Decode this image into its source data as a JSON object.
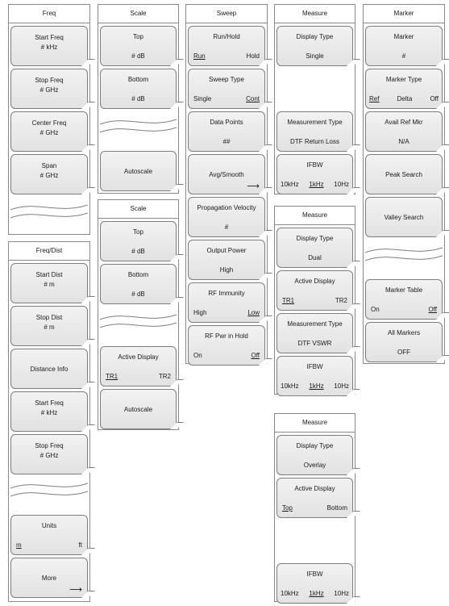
{
  "freq": {
    "title": "Freq",
    "start_label": "Start Freq",
    "start_value": "# kHz",
    "stop_label": "Stop Freq",
    "stop_value": "# GHz",
    "center_label": "Center Freq",
    "center_value": "# GHz",
    "span_label": "Span",
    "span_value": "# GHz"
  },
  "freq_dist": {
    "title": "Freq/Dist",
    "start_dist_label": "Start Dist",
    "start_dist_value": "# m",
    "stop_dist_label": "Stop Dist",
    "stop_dist_value": "# m",
    "distance_info_label": "Distance Info",
    "start_freq_label": "Start Freq",
    "start_freq_value": "# kHz",
    "stop_freq_label": "Stop Freq",
    "stop_freq_value": "# GHz",
    "units_label": "Units",
    "units_opt1": "m",
    "units_opt2": "ft",
    "more_label": "More"
  },
  "scale1": {
    "title": "Scale",
    "top_label": "Top",
    "top_value": "# dB",
    "bottom_label": "Bottom",
    "bottom_value": "# dB",
    "autoscale_label": "Autoscale"
  },
  "scale2": {
    "title": "Scale",
    "top_label": "Top",
    "top_value": "# dB",
    "bottom_label": "Bottom",
    "bottom_value": "# dB",
    "active_label": "Active Display",
    "active_opt1": "TR1",
    "active_opt2": "TR2",
    "autoscale_label": "Autoscale"
  },
  "sweep": {
    "title": "Sweep",
    "runhold_label": "Run/Hold",
    "run": "Run",
    "hold": "Hold",
    "sweep_type_label": "Sweep Type",
    "single": "Single",
    "cont": "Cont",
    "data_points_label": "Data Points",
    "data_points_value": "##",
    "avg_label": "Avg/Smooth",
    "prop_label": "Propagation Velocity",
    "prop_value": "#",
    "output_label": "Output Power",
    "output_value": "High",
    "rfimm_label": "RF Immunity",
    "rfimm_opt1": "High",
    "rfimm_opt2": "Low",
    "rfpwr_label": "RF Pwr in Hold",
    "rfpwr_opt1": "On",
    "rfpwr_opt2": "Off"
  },
  "measure1": {
    "title": "Measure",
    "display_type_label": "Display Type",
    "display_type_value": "Single",
    "meas_type_label": "Measurement Type",
    "meas_type_value": "DTF Return Loss",
    "ifbw_label": "IFBW",
    "ifbw_opt1": "10kHz",
    "ifbw_opt2": "1kHz",
    "ifbw_opt3": "10Hz"
  },
  "measure2": {
    "title": "Measure",
    "display_type_label": "Display Type",
    "display_type_value": "Dual",
    "active_label": "Active Display",
    "active_opt1": "TR1",
    "active_opt2": "TR2",
    "meas_type_label": "Measurement Type",
    "meas_type_value": "DTF VSWR",
    "ifbw_label": "IFBW",
    "ifbw_opt1": "10kHz",
    "ifbw_opt2": "1kHz",
    "ifbw_opt3": "10Hz"
  },
  "measure3": {
    "title": "Measure",
    "display_type_label": "Display Type",
    "display_type_value": "Overlay",
    "active_label": "Active Display",
    "active_opt1": "Top",
    "active_opt2": "Bottom",
    "ifbw_label": "IFBW",
    "ifbw_opt1": "10kHz",
    "ifbw_opt2": "1kHz",
    "ifbw_opt3": "10Hz"
  },
  "marker": {
    "title": "Marker",
    "marker_label": "Marker",
    "marker_value": "#",
    "marker_type_label": "Marker Type",
    "mt_ref": "Ref",
    "mt_delta": "Delta",
    "mt_off": "Off",
    "avail_label": "Avail Ref Mkr",
    "avail_value": "N/A",
    "peak_label": "Peak Search",
    "valley_label": "Valley Search",
    "table_label": "Marker Table",
    "table_opt1": "On",
    "table_opt2": "Off",
    "all_label": "All Markers",
    "all_value": "OFF"
  }
}
